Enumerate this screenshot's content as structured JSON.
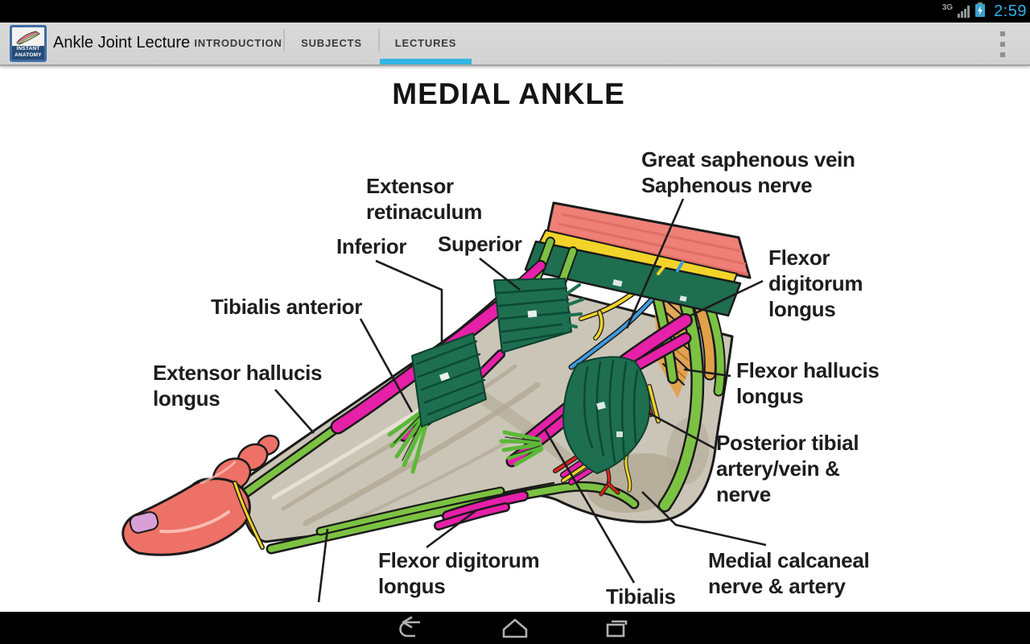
{
  "status_bar": {
    "network_type": "3G",
    "time": "2:59"
  },
  "app_bar": {
    "app_icon": {
      "line1": "INSTANT",
      "line2": "ANATOMY"
    },
    "title": "Ankle Joint Lecture",
    "tabs": [
      {
        "label": "INTRODUCTION",
        "selected": false
      },
      {
        "label": "SUBJECTS",
        "selected": false
      },
      {
        "label": "LECTURES",
        "selected": true
      }
    ]
  },
  "content": {
    "diagram_title": "MEDIAL ANKLE",
    "labels": [
      {
        "name": "great-saphenous-vein-saphenous-nerve",
        "text": "Great saphenous vein\nSaphenous nerve"
      },
      {
        "name": "extensor-retinaculum",
        "text": "Extensor\nretinaculum"
      },
      {
        "name": "inferior",
        "text": "Inferior"
      },
      {
        "name": "superior",
        "text": "Superior"
      },
      {
        "name": "flexor-digitorum-longus-upper",
        "text": "Flexor\ndigitorum\nlongus"
      },
      {
        "name": "tibialis-anterior",
        "text": "Tibialis anterior"
      },
      {
        "name": "extensor-hallucis-longus",
        "text": "Extensor hallucis\nlongus"
      },
      {
        "name": "flexor-hallucis-longus",
        "text": "Flexor hallucis\nlongus"
      },
      {
        "name": "posterior-tibial-artery-vein-nerve",
        "text": "Posterior tibial\nartery/vein &\nnerve"
      },
      {
        "name": "medial-calcaneal-nerve-artery",
        "text": "Medial calcaneal\nnerve & artery"
      },
      {
        "name": "flexor-digitorum-longus-lower",
        "text": "Flexor digitorum\nlongus"
      },
      {
        "name": "tibialis",
        "text": "Tibialis"
      }
    ]
  },
  "colors": {
    "accent": "#33b5e5",
    "clock_blue": "#2fb3e9",
    "skin_salmon": "#ee8077",
    "tendon_magenta": "#e620a8",
    "retinaculum_teal": "#1e6e50",
    "strap_green": "#7cc242",
    "vein_blue": "#3f9be0",
    "nerve_yellow": "#f2d32a",
    "artery_red": "#d8251d",
    "foot_beige": "#cbc5b7"
  },
  "nav_bar": {
    "buttons": [
      {
        "name": "back"
      },
      {
        "name": "home"
      },
      {
        "name": "recent-apps"
      }
    ]
  }
}
